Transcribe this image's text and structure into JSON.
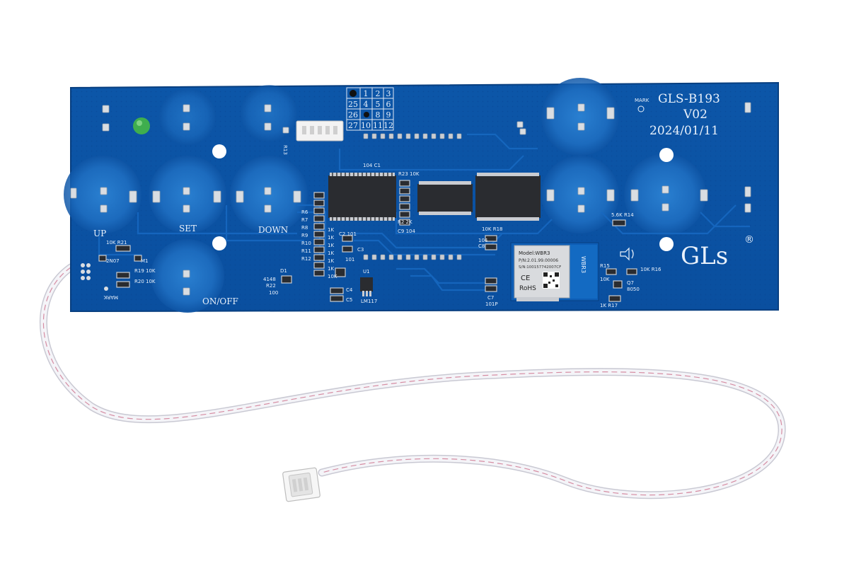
{
  "board": {
    "model": "GLS-B193",
    "version": "V02",
    "date": "2024/01/11",
    "mark": "MARK",
    "mark_back": "MARK",
    "logo": "GLs",
    "registered": "®"
  },
  "buttons": {
    "up": "UP",
    "set": "SET",
    "down": "DOWN",
    "on_off": "ON/OFF"
  },
  "pin_grid": [
    [
      "",
      "1",
      "2",
      "3"
    ],
    [
      "25",
      "4",
      "5",
      "6"
    ],
    [
      "26",
      "",
      "8",
      "9"
    ],
    [
      "27",
      "10",
      "11",
      "12"
    ]
  ],
  "module": {
    "model": "Model:WBR3",
    "pn": "P/N:2.01.99.00006",
    "sn": "S/N:100157742007CF",
    "ce": "CE",
    "rohs": "RoHS",
    "antenna": "WBR3"
  },
  "components": {
    "c_104_c1": "104  C1",
    "r23_10k": "R23  10K",
    "r2_2k": "R2  2K",
    "c9_104": "C9  104",
    "c2_101": "C2  101",
    "c3": "C3",
    "c101": "101",
    "r_values": [
      "R6",
      "R7",
      "R8",
      "R9",
      "R10",
      "R11",
      "R12"
    ],
    "k_values": [
      "1K",
      "1K",
      "1K",
      "1K",
      "1K",
      "1K",
      "10K"
    ],
    "d1": "D1",
    "d4148": "4148",
    "r22": "R22",
    "r100": "100",
    "u1": "U1",
    "lm117": "LM117",
    "c4": "C4",
    "c5": "C5",
    "k10_r18": "10K  R18",
    "c8": "C8",
    "c104": "104",
    "c7": "C7",
    "c7_val": "101P",
    "k56_r14": "5.6K  R14",
    "r15": "R15",
    "r15_val": "10K",
    "r16": "10K  R16",
    "q7": "Q7",
    "q7_val": "8050",
    "k1_r17": "1K  R17",
    "r21": "10K  R21",
    "n2n7": "2N07",
    "m1": "M1",
    "r19": "R19  10K",
    "r20": "R20  10K",
    "r13": "R13"
  }
}
